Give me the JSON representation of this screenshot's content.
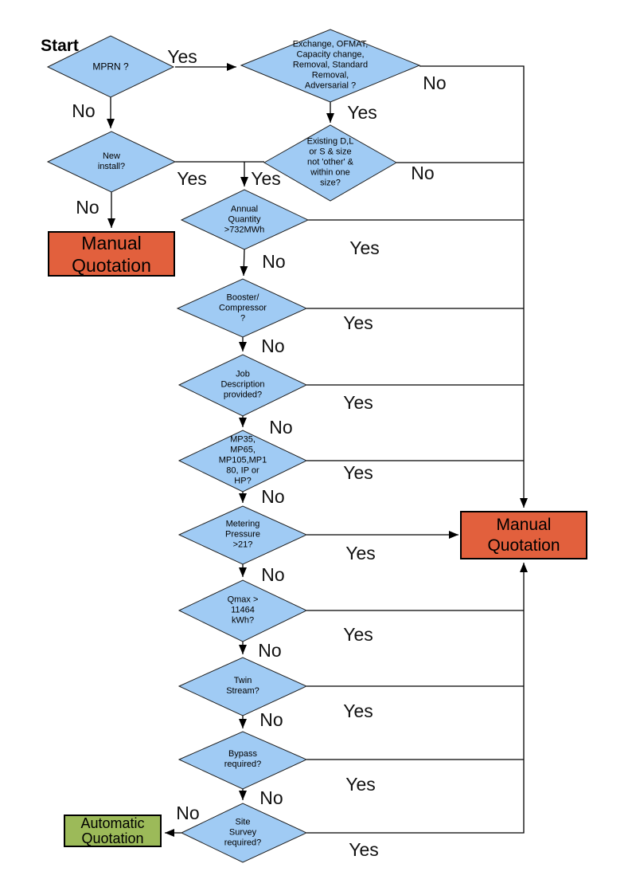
{
  "flowchart": {
    "start_label": "Start",
    "edge_labels": {
      "yes": "Yes",
      "no": "No"
    },
    "decisions": {
      "mprn": "MPRN ?",
      "exchange": "Exchange, OFMAT, Capacity change, Removal, Standard Removal, Adversarial ?",
      "existing": "Existing D,L or S & size not 'other' & within one size?",
      "new_install": "New install?",
      "annual_quantity": "Annual Quantity >732MWh",
      "booster": "Booster/ Compressor ?",
      "job_description": "Job Description provided?",
      "mp_tier": "MP35, MP65, MP105,MP180, IP or HP?",
      "metering_pressure": "Metering Pressure >21?",
      "qmax": "Qmax > 11464 kWh?",
      "twin_stream": "Twin Stream?",
      "bypass": "Bypass required?",
      "site_survey": "Site Survey required?"
    },
    "terminals": {
      "manual_quotation_left": "Manual Quotation",
      "manual_quotation_right": "Manual Quotation",
      "automatic_quotation": "Automatic Quotation"
    },
    "colors": {
      "decision_fill": "#A0CBF4",
      "manual_fill": "#E2603D",
      "automatic_fill": "#9CBA59",
      "line": "#000000"
    }
  }
}
